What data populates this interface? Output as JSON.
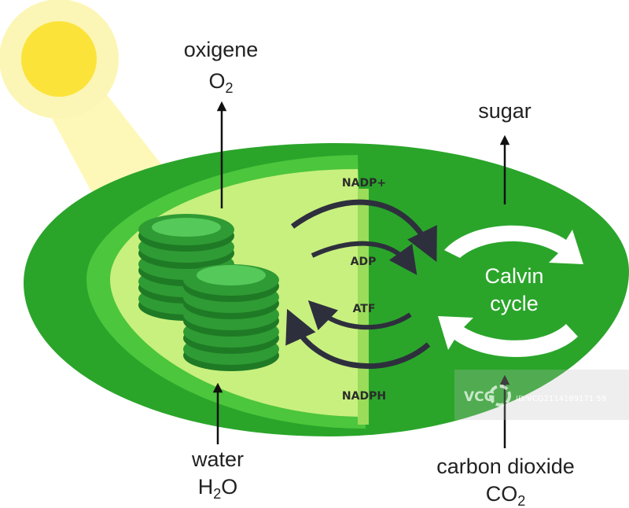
{
  "labels": {
    "oxygen": "oxigene",
    "oxygen_formula_main": "O",
    "oxygen_formula_sub": "2",
    "sugar": "sugar",
    "calvin_line1": "Calvin",
    "calvin_line2": "cycle",
    "nadp_plus": "NADP+",
    "adp": "ADP",
    "atf": "ATF",
    "nadph": "NADPH",
    "water": "water",
    "water_formula_a": "H",
    "water_formula_sub": "2",
    "water_formula_b": "O",
    "co2": "carbon dioxide",
    "co2_formula_main": "CO",
    "co2_formula_sub": "2"
  },
  "watermark": {
    "logo": "VCG",
    "id_text": "ID:VCG2114189171 59"
  },
  "colors": {
    "outer_green": "#2aa52a",
    "mid_green": "#4cc63c",
    "inner_light": "#c8f07e",
    "grana": "#2f9b34",
    "sun": "#fce33a",
    "arrow_dark": "#2e2f3d"
  }
}
